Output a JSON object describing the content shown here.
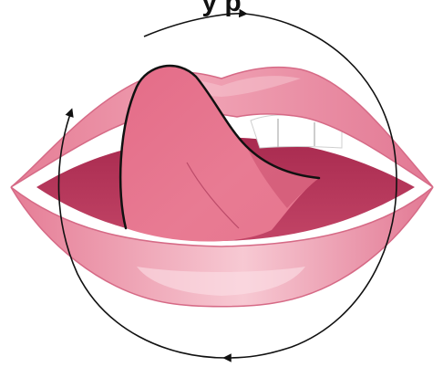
{
  "caption": {
    "text": "y                 p"
  },
  "illustration": {
    "subject": "mouth-tongue-rotation",
    "arrow_direction": "clockwise",
    "colors": {
      "lip_outer": "#e98aa0",
      "lip_shade": "#d9637f",
      "lip_highlight": "#f6c4cf",
      "mouth_interior": "#b8385d",
      "mouth_deep": "#9c2547",
      "tongue": "#e06a86",
      "tongue_shadow": "#c94d6c",
      "teeth": "#ffffff",
      "outline": "#111111",
      "arrow": "#111111"
    }
  }
}
